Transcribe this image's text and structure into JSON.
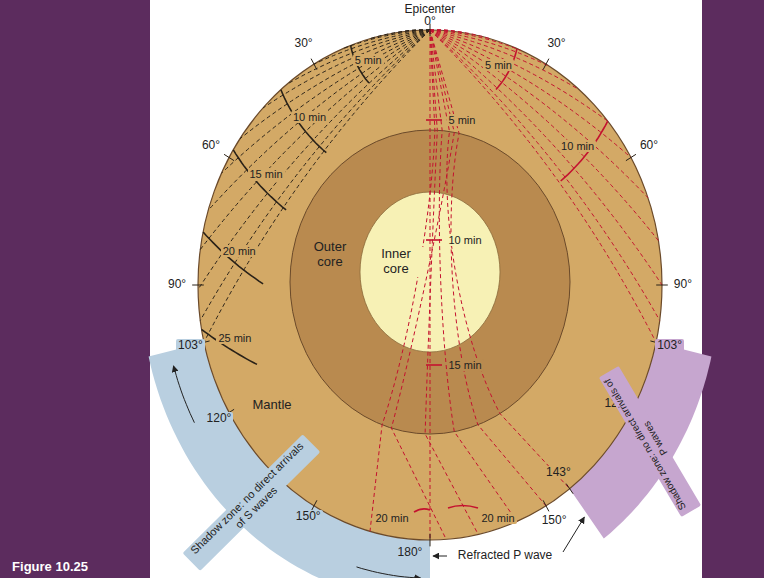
{
  "diagram": {
    "labels": [
      "Epicenter",
      "0°",
      "30°",
      "60°",
      "90°",
      "103°",
      "120°",
      "150°",
      "180°",
      "30°",
      "60°",
      "90°",
      "103°",
      "120°",
      "143°",
      "150°",
      "5 min",
      "10 min",
      "15 min",
      "20 min",
      "25 min",
      "5 min",
      "10 min",
      "5 min",
      "10 min",
      "15 min",
      "20 min",
      "20 min",
      "Outer core",
      "Inner core",
      "Mantle",
      "Shadow zone: no direct arrivals of S waves",
      "Shadow zone: no direct arrivals of P waves",
      "Refracted P wave",
      "Figure 10.25"
    ]
  }
}
